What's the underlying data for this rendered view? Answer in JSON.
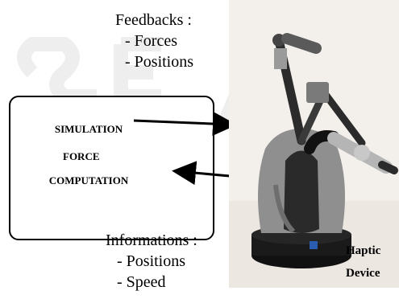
{
  "feedbacks": {
    "title": "Feedbacks :",
    "items": [
      "- Forces",
      "- Positions"
    ]
  },
  "simulation": {
    "line1": "SIMULATION",
    "line2": "FORCE",
    "line3": "COMPUTATION"
  },
  "informations": {
    "title": "Informations :",
    "items": [
      "- Positions",
      "- Speed"
    ]
  },
  "device_label": {
    "line1": "Haptic",
    "line2": "Device"
  },
  "colors": {
    "device_body": "#8f8f8f",
    "device_dark": "#1a1a1a",
    "background_photo": "#f3f0ec"
  }
}
